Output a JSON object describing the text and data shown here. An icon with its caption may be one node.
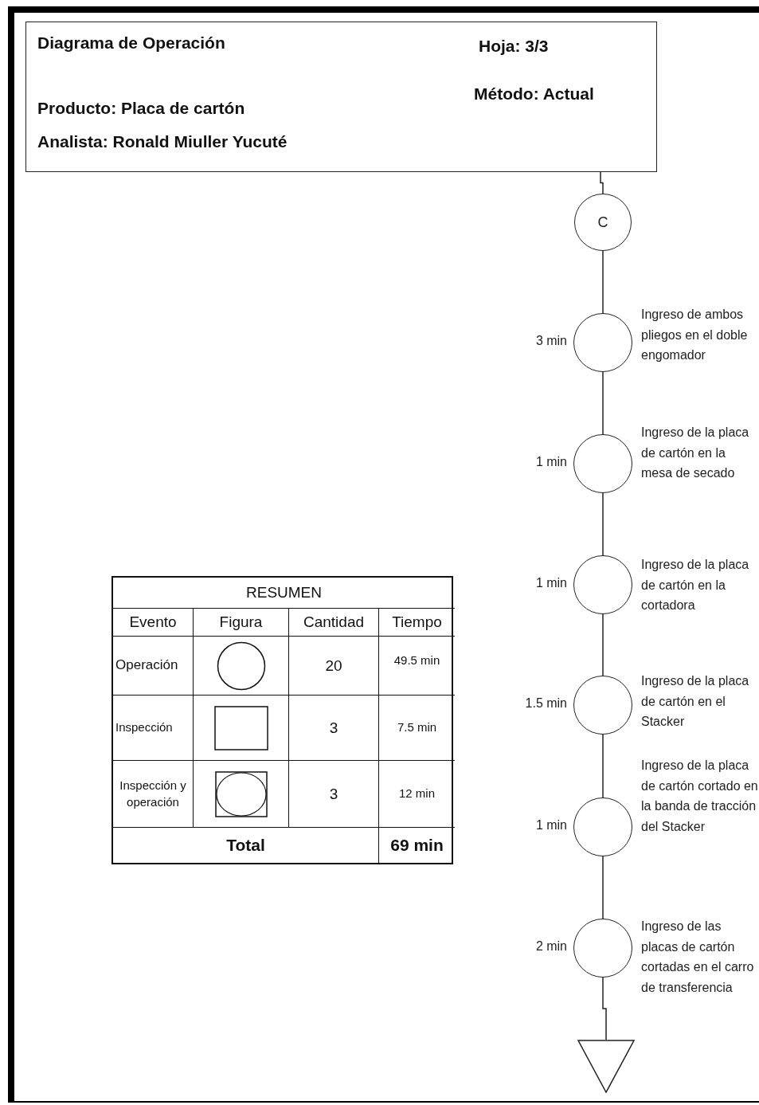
{
  "diagram": {
    "nodes": [
      {
        "text": [
          "Diagrama de Operación",
          "Producto: Placa de cartón",
          "Analista: Ronald Miuller Yucuté",
          "Hoja: 3/3",
          "Método: Actual"
        ]
      },
      {
        "text": [
          "C"
        ]
      },
      {
        "text": [],
        "shape": "circle",
        "beside": [
          "3 min",
          "Ingreso de ambos pliegos en el doble engomador"
        ]
      },
      {
        "text": [],
        "shape": "circle",
        "beside": [
          "1 min",
          "Ingreso de la placa de cartón en la mesa de secado"
        ]
      },
      {
        "text": [],
        "shape": "circle",
        "beside": [
          "1 min",
          "Ingreso de la placa de cartón en la cortadora"
        ]
      },
      {
        "text": [],
        "shape": "circle",
        "beside": [
          "1.5 min",
          "Ingreso de la placa de cartón en el Stacker"
        ]
      },
      {
        "text": [],
        "shape": "circle",
        "beside": [
          "1 min",
          "Ingreso de la placa de cartón cortado en la banda de tracción del Stacker"
        ]
      },
      {
        "text": [],
        "shape": "circle",
        "beside": [
          "2 min",
          "Ingreso de las placas de cartón cortadas en el carro de transferencia"
        ]
      },
      {
        "text": [],
        "shape": "triangle"
      }
    ],
    "edges": [
      {
        "from": 0,
        "to": 1,
        "arrow": "none"
      },
      {
        "from": 1,
        "to": 2,
        "arrow": "none"
      },
      {
        "from": 2,
        "to": 3,
        "arrow": "none"
      },
      {
        "from": 3,
        "to": 4,
        "arrow": "none"
      },
      {
        "from": 4,
        "to": 5,
        "arrow": "none"
      },
      {
        "from": 5,
        "to": 6,
        "arrow": "none"
      },
      {
        "from": 6,
        "to": 7,
        "arrow": "none"
      },
      {
        "from": 7,
        "to": 8,
        "arrow": "none"
      }
    ],
    "labels": [
      "RESUMEN",
      "Evento",
      "Figura",
      "Cantidad",
      "Tiempo",
      "Operación",
      "20",
      "49.5 min",
      "Inspección",
      "3",
      "7.5 min",
      "Inspección y operación",
      "3",
      "12 min",
      "Total",
      "69 min"
    ]
  }
}
